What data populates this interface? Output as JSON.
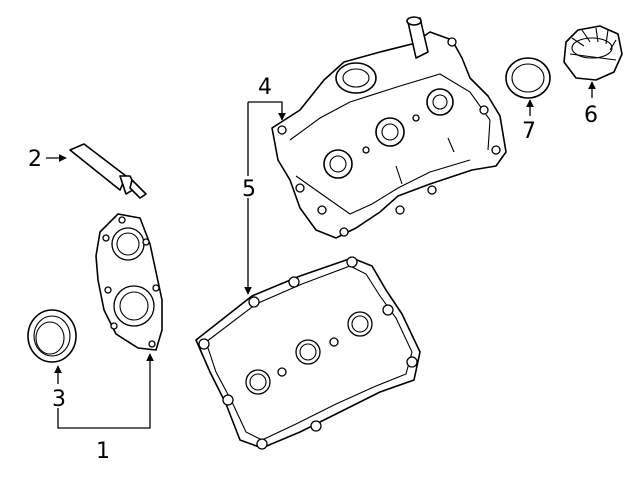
{
  "diagram": {
    "callouts": {
      "c1": "1",
      "c2": "2",
      "c3": "3",
      "c4": "4",
      "c5": "5",
      "c6": "6",
      "c7": "7"
    },
    "parts": {
      "p1": "timing-cover-gasket",
      "p2": "sealant-tube",
      "p3": "oil-seal",
      "p4": "valve-cover",
      "p5": "valve-cover-gasket",
      "p6": "oil-filler-cap",
      "p7": "seal-ring"
    },
    "colors": {
      "line": "#000000",
      "background": "#ffffff"
    }
  }
}
